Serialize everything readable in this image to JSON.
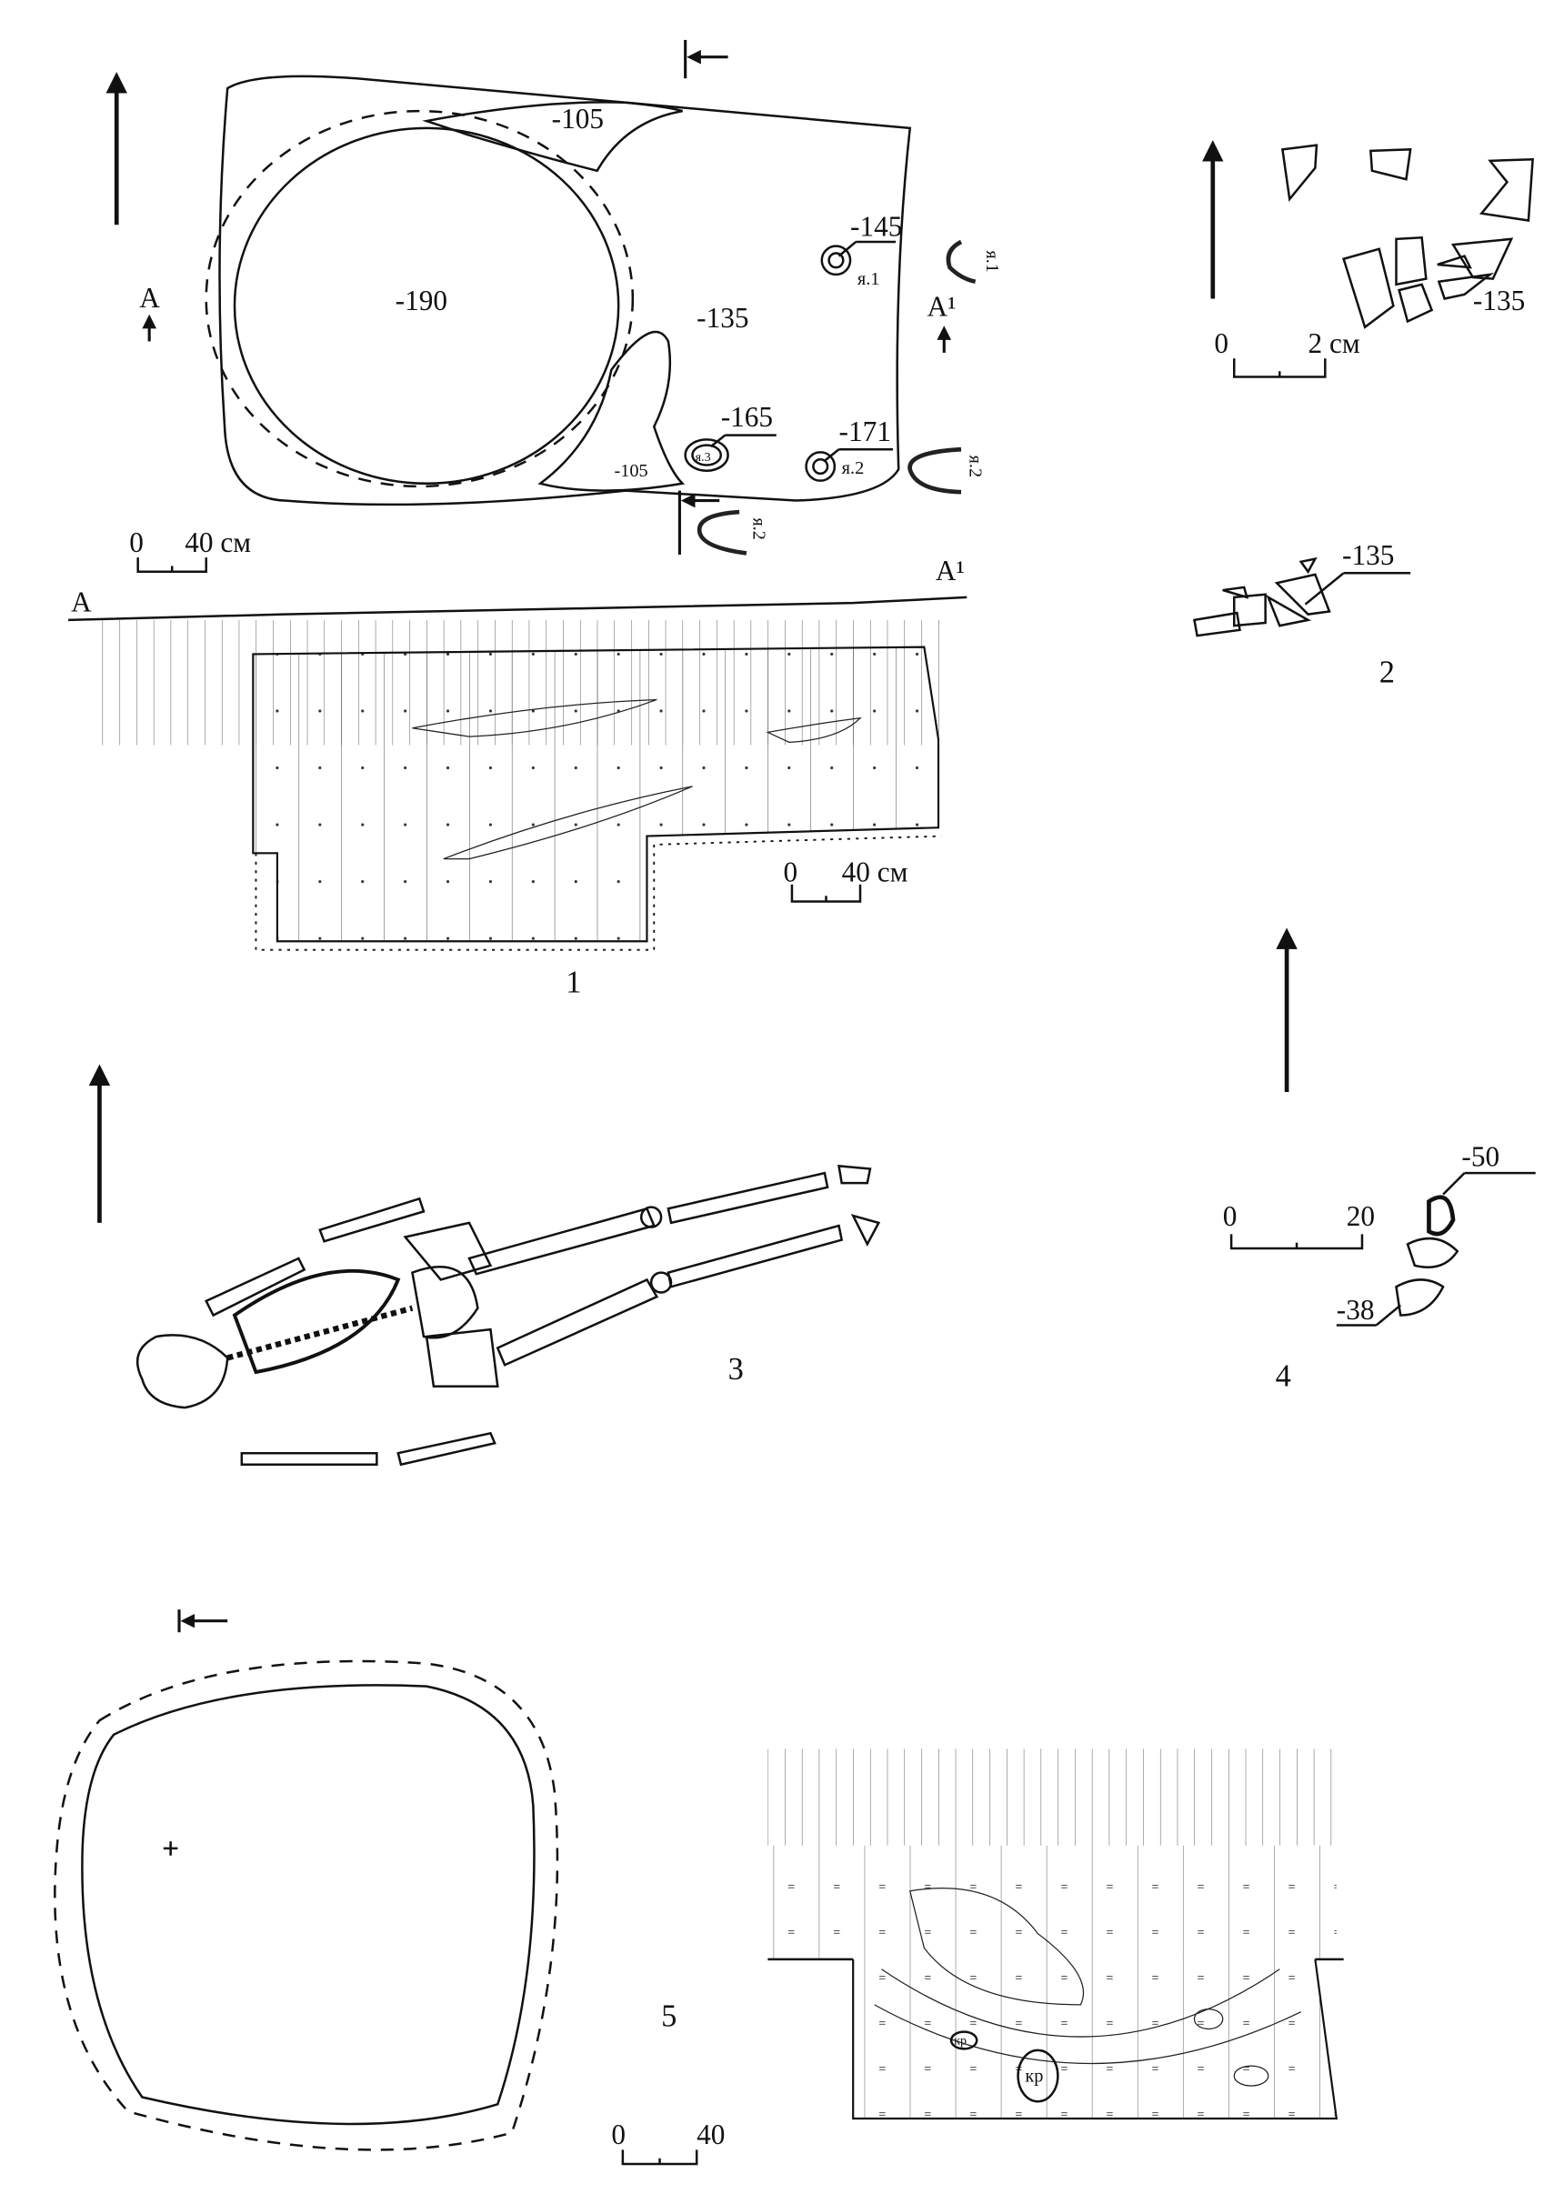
{
  "figure1": {
    "number": "1",
    "plan": {
      "depth_top": "-105",
      "depth_pit": "-190",
      "depth_floor": "-135",
      "depth_left_step": "-105",
      "post1": {
        "depth": "-145",
        "label": "я.1"
      },
      "post2": {
        "depth": "-171",
        "label": "я.2"
      },
      "post3": {
        "depth": "-165",
        "label": "я.3"
      },
      "section_a": "А",
      "section_a1": "А¹",
      "profile_labels": [
        "я.1",
        "я.2",
        "я.2"
      ],
      "scale": {
        "zero": "0",
        "value": "40 см"
      }
    },
    "section": {
      "a": "А",
      "a1": "А¹",
      "scale": {
        "zero": "0",
        "value": "40 см"
      }
    }
  },
  "figure2": {
    "number": "2",
    "plan_depth": "-135",
    "section_depth": "-135",
    "scale": {
      "zero": "0",
      "value": "2 см"
    }
  },
  "figure3": {
    "number": "3"
  },
  "figure4": {
    "number": "4",
    "depth_upper": "-50",
    "depth_lower": "-38",
    "scale": {
      "zero": "0",
      "value": "20"
    }
  },
  "figure5": {
    "number": "5",
    "section_labels": [
      "кр",
      "кр"
    ],
    "scale": {
      "zero": "0",
      "value": "40"
    }
  }
}
